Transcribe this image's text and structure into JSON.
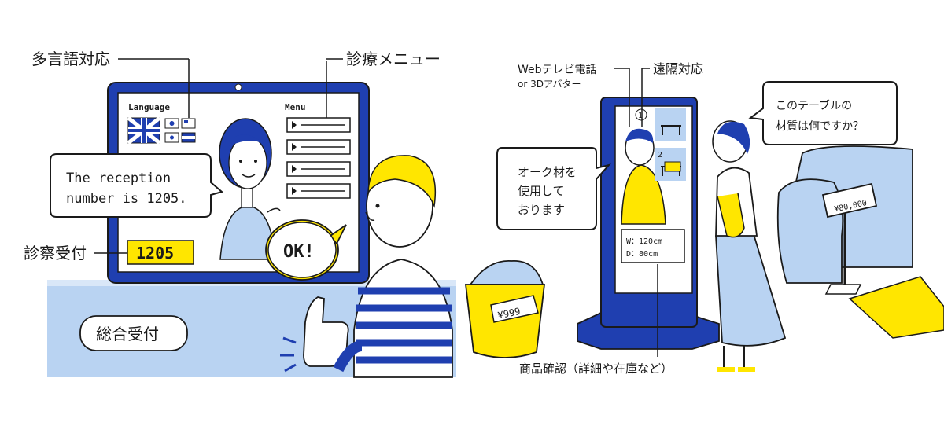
{
  "left_scene": {
    "label_multilingual": "多言語対応",
    "label_menu_jp": "診療メニュー",
    "screen_language": "Language",
    "screen_menu": "Menu",
    "speech_line1": "The reception",
    "speech_line2": "number is 1205.",
    "label_reception": "診察受付",
    "reception_number": "1205",
    "ok_bubble": "OK!",
    "desk_sign": "総合受付"
  },
  "right_scene": {
    "label_web_tv_line1": "Webテレビ電話",
    "label_web_tv_line2": "or 3Dアバター",
    "label_remote": "遠隔対応",
    "clerk_bubble_line1": "オーク材を",
    "clerk_bubble_line2": "使用して",
    "clerk_bubble_line3": "おります",
    "customer_bubble_line1": "このテーブルの",
    "customer_bubble_line2": "材質は何ですか？",
    "option_1": "1",
    "option_2": "2",
    "dimension_w": "W：120cm",
    "dimension_d": "D：80cm",
    "price_basket": "¥999",
    "price_sofa": "¥80,000",
    "label_product_check": "商品確認（詳細や在庫など）"
  },
  "colors": {
    "blue": "#1f3fb0",
    "yellow": "#ffe600",
    "light_blue": "#b9d3f2",
    "ink": "#1a1a1a"
  }
}
